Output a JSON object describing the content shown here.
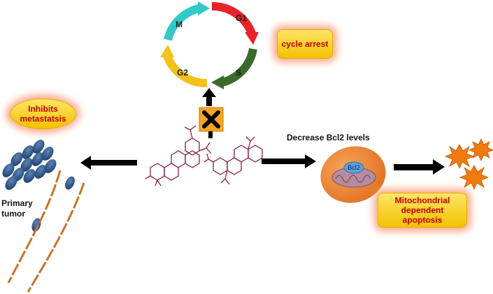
{
  "cycle": {
    "phases": {
      "m": "M",
      "g1": "G1",
      "s": "S",
      "g2": "G2"
    },
    "arrest_label": "cycle arrest"
  },
  "metastasis": {
    "label_line1": "Inhibits",
    "label_line2": "metastatsis",
    "tumor_line1": "Primary",
    "tumor_line2": "tumor"
  },
  "apoptosis": {
    "decrease_label": "Decrease Bcl2 levels",
    "bcl2_label": "Bcl2",
    "label_line1": "Mitochondrial",
    "label_line2": "dependent",
    "label_line3": "apoptosis"
  },
  "colors": {
    "m_arrow": "#33c9c9",
    "g1_arrow": "#e8222b",
    "s_arrow": "#3a6b2a",
    "g2_arrow": "#f2c21b",
    "cell": "#f08c3c",
    "cell_nucleus": "#3a5f8f",
    "starburst": "#f07a10",
    "highlight_text": "#c00000",
    "molecule": "#8a1d4a"
  }
}
